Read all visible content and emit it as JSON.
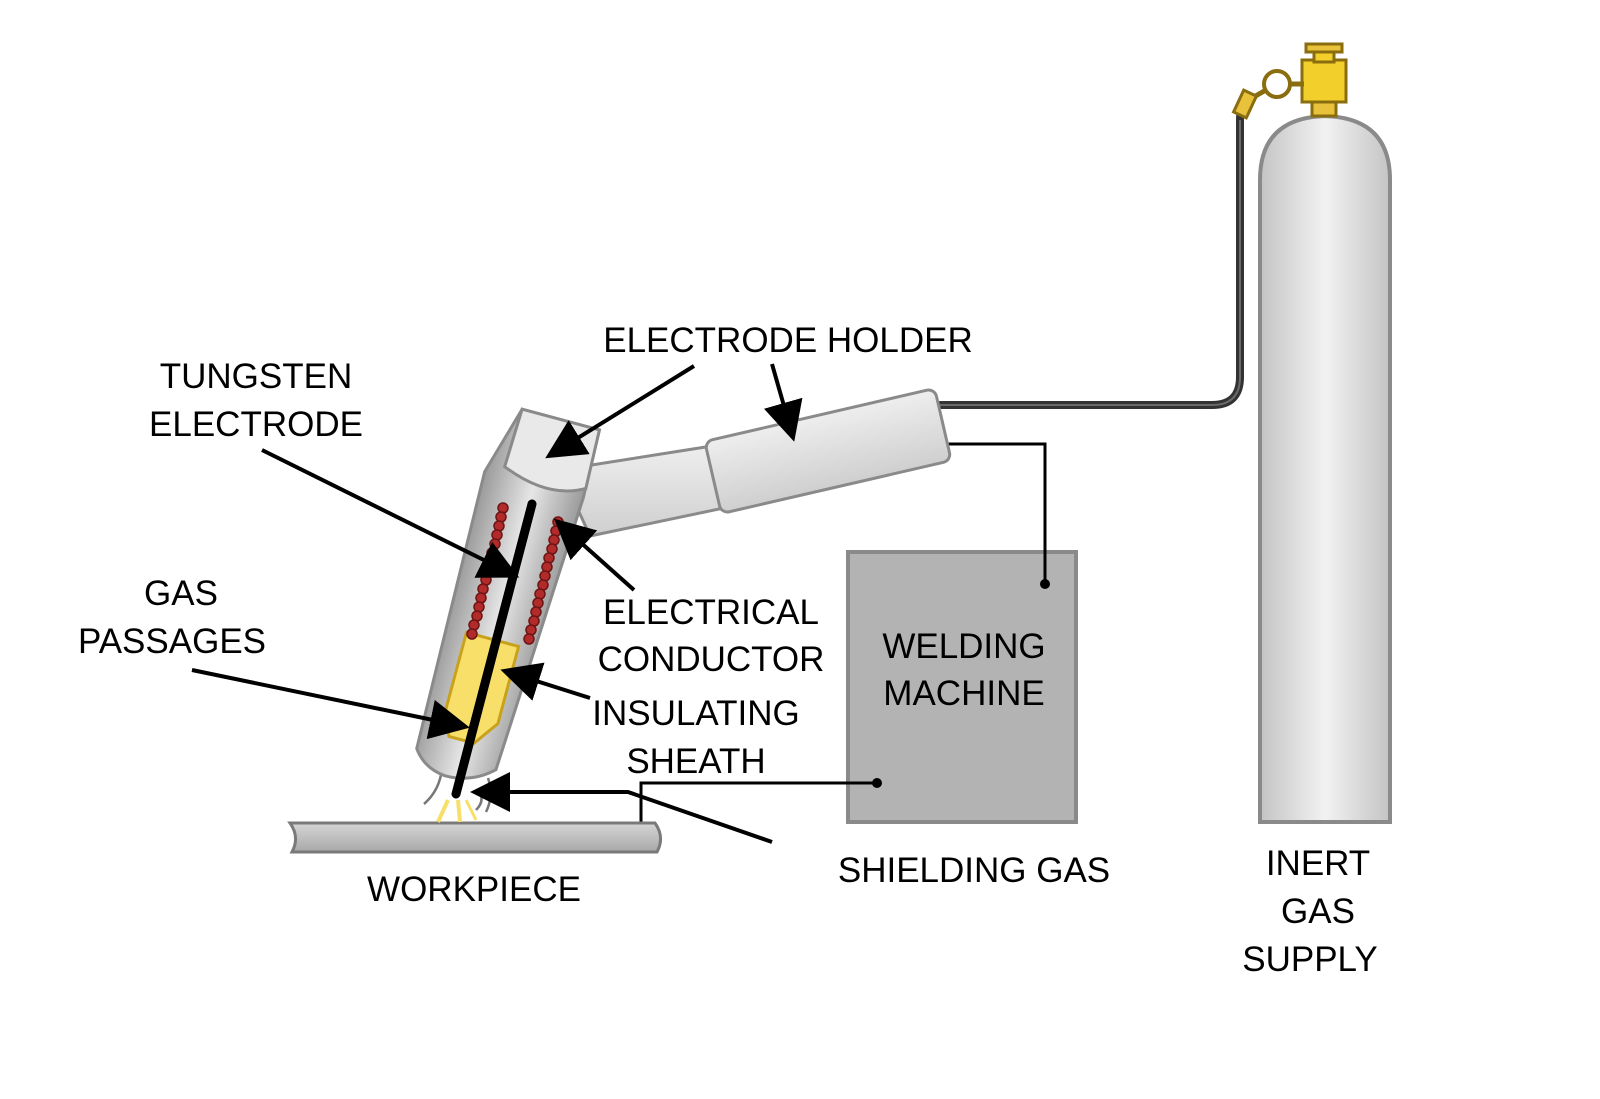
{
  "labels": {
    "electrode_holder": "ELECTRODE HOLDER",
    "tungsten_line1": "TUNGSTEN",
    "tungsten_line2": "ELECTRODE",
    "gas_line1": "GAS",
    "gas_line2": "PASSAGES",
    "conductor_line1": "ELECTRICAL",
    "conductor_line2": "CONDUCTOR",
    "sheath_line1": "INSULATING",
    "sheath_line2": "SHEATH",
    "welding_line1": "WELDING",
    "welding_line2": "MACHINE",
    "shielding_gas": "SHIELDING GAS",
    "workpiece": "WORKPIECE",
    "inert_line1": "INERT",
    "inert_line2": "GAS",
    "inert_line3": "SUPPLY"
  },
  "colors": {
    "metal": "#d9d9d9",
    "metal_stroke": "#8a8a8a",
    "machine_fill": "#b3b3b3",
    "conductor_coil": "#b22b2b",
    "sheath": "#f7df6a",
    "valve_gold": "#c9a21c",
    "hose": "#333333"
  }
}
